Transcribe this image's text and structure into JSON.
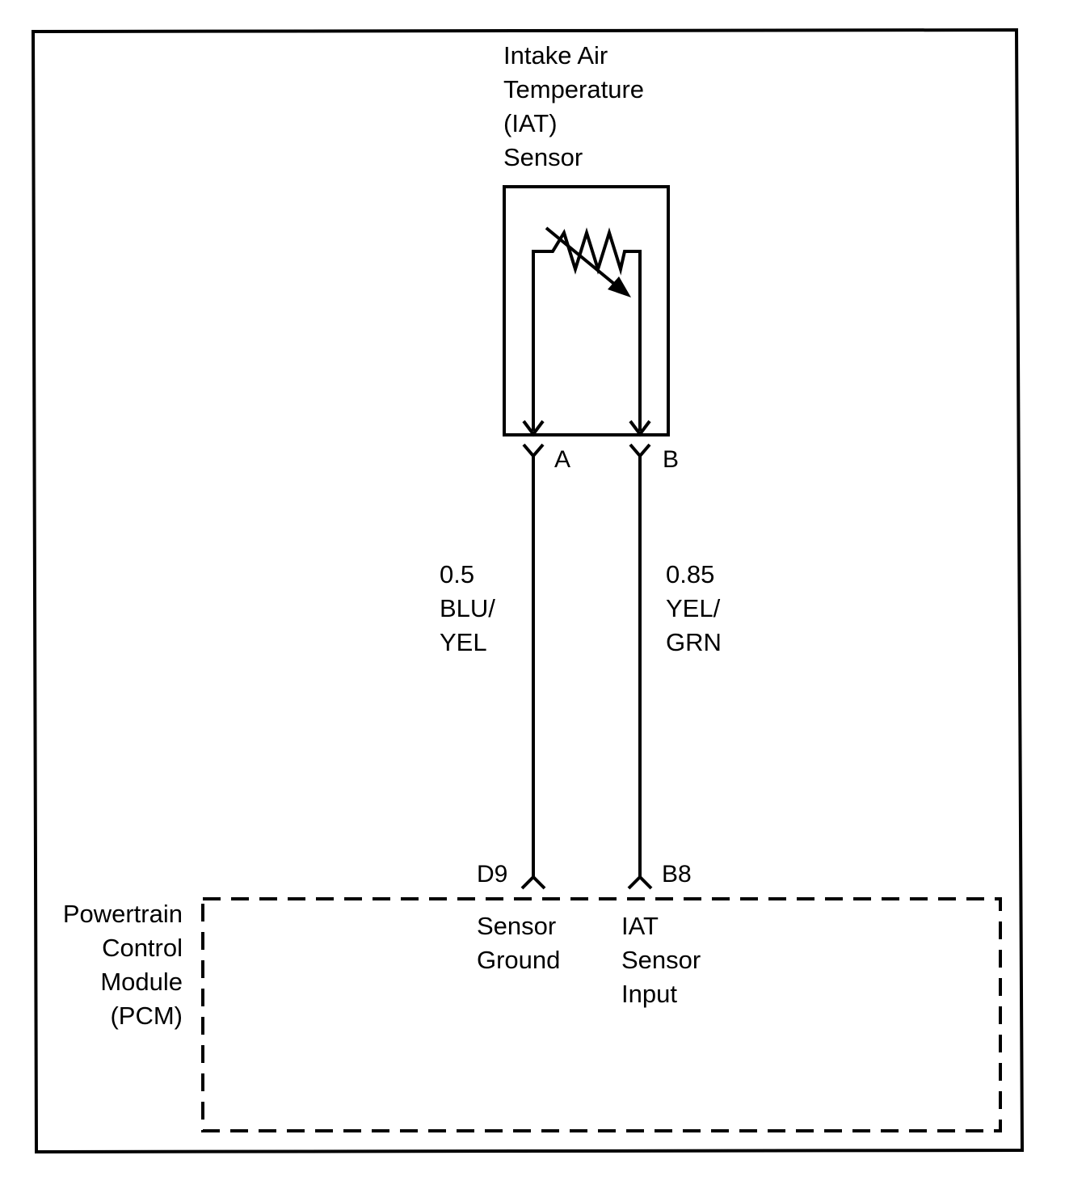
{
  "sensor": {
    "name_lines": [
      "Intake Air",
      "Temperature",
      "(IAT)",
      "Sensor"
    ]
  },
  "connectors": {
    "sensor_pin_a": "A",
    "sensor_pin_b": "B",
    "pcm_pin_ground": "D9",
    "pcm_pin_input": "B8"
  },
  "wires": {
    "left": {
      "gauge": "0.5",
      "color_lines": [
        "BLU/",
        "YEL"
      ]
    },
    "right": {
      "gauge": "0.85",
      "color_lines": [
        "YEL/",
        "GRN"
      ]
    }
  },
  "pcm": {
    "name_lines": [
      "Powertrain",
      "Control",
      "Module",
      "(PCM)"
    ],
    "terminal_ground": [
      "Sensor",
      "Ground"
    ],
    "terminal_input": [
      "IAT",
      "Sensor",
      "Input"
    ]
  }
}
